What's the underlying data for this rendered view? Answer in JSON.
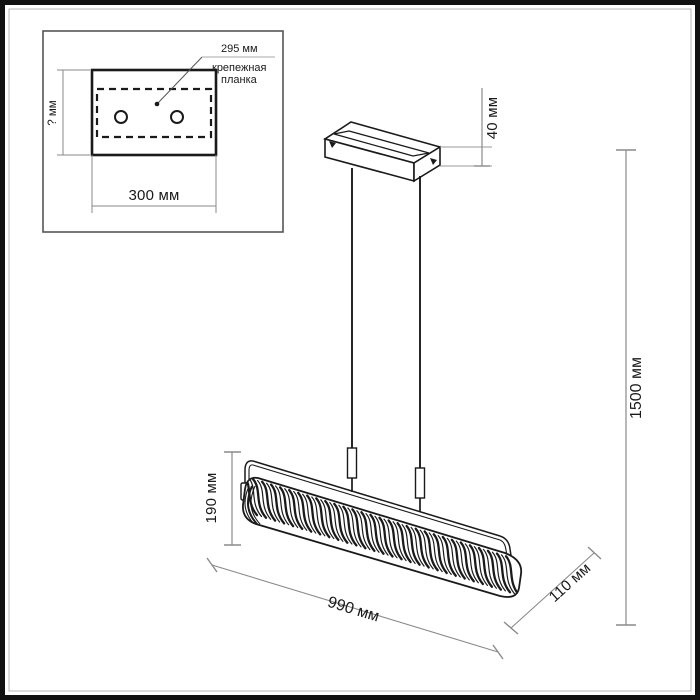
{
  "drawing": {
    "title": "Pendant linear luminaire technical dimension drawing",
    "units": "мм",
    "line_color": "#1a1a1a",
    "dim_line_color": "#808080",
    "border_color": "#111111",
    "inner_border_color": "#b5b5b5",
    "background": "#ffffff"
  },
  "inset": {
    "name": "mounting-plate-detail",
    "callout_dimension": "295 мм",
    "callout_label_line1": "крепежная",
    "callout_label_line2": "планка",
    "height_dimension": "? мм",
    "width_dimension": "300 мм",
    "hole_count": 2
  },
  "dimensions": {
    "canopy_height": "40 мм",
    "suspension_total": "1500 мм",
    "fixture_height": "190 мм",
    "fixture_length": "990 мм",
    "fixture_depth": "110 мм"
  }
}
